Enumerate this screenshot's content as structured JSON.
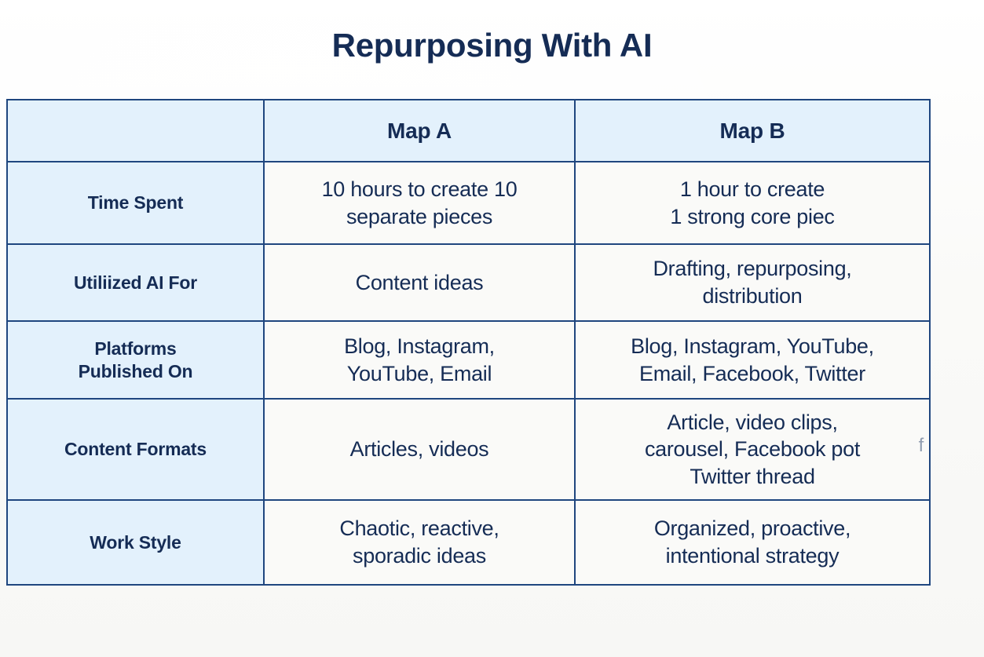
{
  "page": {
    "title": "Repurposing With AI",
    "background_color": "#fbfbfa",
    "text_color": "#152c55",
    "border_color": "#1f467f",
    "header_fill": "#e3f1fc",
    "cell_fill": "#fafaf8"
  },
  "table": {
    "columns": [
      {
        "key": "label",
        "header": ""
      },
      {
        "key": "map_a",
        "header": "Map A"
      },
      {
        "key": "map_b",
        "header": "Map B"
      }
    ],
    "rows": [
      {
        "label_lines": [
          "Time Spent"
        ],
        "map_a_lines": [
          "10 hours to create 10",
          "separate pieces"
        ],
        "map_b_lines": [
          "1 hour to create",
          "1 strong core piec"
        ]
      },
      {
        "label_lines": [
          "Utiliized AI For"
        ],
        "map_a_lines": [
          "Content ideas"
        ],
        "map_b_lines": [
          "Drafting, repurposing,",
          "distribution"
        ]
      },
      {
        "label_lines": [
          "Platforms",
          "Published On"
        ],
        "map_a_lines": [
          "Blog, Instagram,",
          "YouTube, Email"
        ],
        "map_b_lines": [
          "Blog, Instagram, YouTube,",
          "Email, Facebook, Twitter"
        ]
      },
      {
        "label_lines": [
          "Content Formats"
        ],
        "map_a_lines": [
          "Articles, videos"
        ],
        "map_b_lines": [
          "Article, video clips,",
          "carousel, Facebook pot",
          "Twitter thread"
        ]
      },
      {
        "label_lines": [
          "Work Style"
        ],
        "map_a_lines": [
          "Chaotic, reactive,",
          "sporadic ideas"
        ],
        "map_b_lines": [
          "Organized, proactive,",
          "intentional strategy"
        ]
      }
    ]
  }
}
